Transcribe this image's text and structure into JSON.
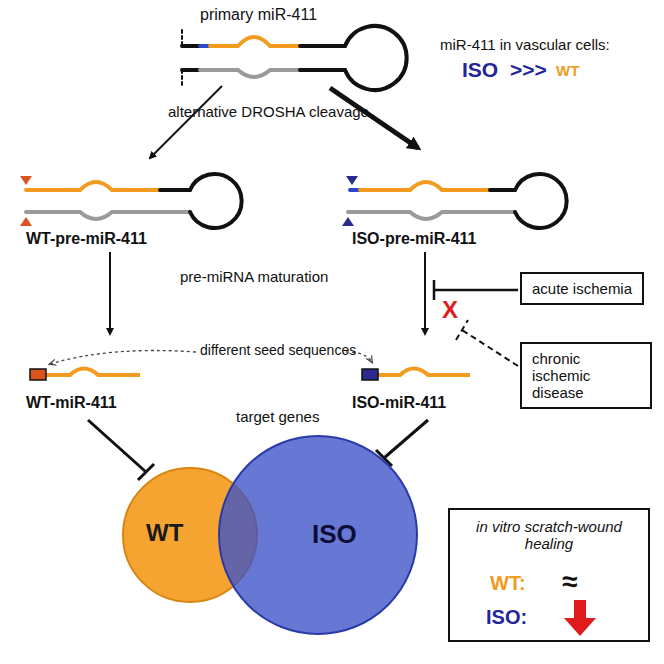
{
  "diagram": {
    "nodes": [
      {
        "text": [
          "acute ischemia"
        ]
      },
      {
        "text": [
          "chronic ischemic disease"
        ]
      },
      {
        "text": [
          "WT"
        ]
      },
      {
        "text": [
          "ISO"
        ]
      },
      {
        "text": [
          "in vitro scratch-wound healing",
          "WT:",
          "≈",
          "ISO:"
        ]
      }
    ],
    "labels": [
      "primary miR-411",
      "miR-411 in vascular cells:",
      "ISO",
      ">>>",
      "WT",
      "alternative DROSHA cleavage",
      "WT-pre-miR-411",
      "ISO-pre-miR-411",
      "pre-miRNA maturation",
      "different seed sequences",
      "WT-miR-411",
      "ISO-miR-411",
      "target genes",
      "X"
    ]
  }
}
